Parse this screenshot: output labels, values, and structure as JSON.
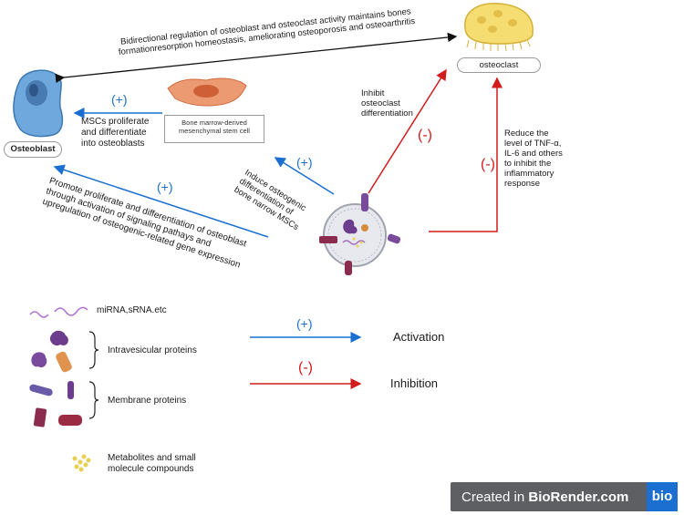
{
  "labels": {
    "bidirectional_line1": "Bidirectional regulation of osteoblast and osteoclast activity maintains bones",
    "bidirectional_line2": "formationresorption homeostasis, ameliorating osteoporosis and osteoarthritis",
    "osteoclast": "osteoclast",
    "osteoblast": "Osteoblast",
    "msc_box_line1": "Bone marrow-derived",
    "msc_box_line2": "mesenchymal stem cell",
    "msc_prolif_line1": "MSCs proliferate",
    "msc_prolif_line2": "and differentiate",
    "msc_prolif_line3": "into osteoblasts",
    "inhibit_line1": "Inhibit",
    "inhibit_line2": "osteoclast",
    "inhibit_line3": "differentiation",
    "reduce_line1": "Reduce the",
    "reduce_line2": "level of TNF-α,",
    "reduce_line3": "IL-6 and others",
    "reduce_line4": "to inhibit the",
    "reduce_line5": "inflammatory",
    "reduce_line6": "response",
    "induce_line1": "Induce osteogenic",
    "induce_line2": "differentiation of",
    "induce_line3": "bone narrow MSCs",
    "promote_line1": "Promote proliferate and differentiation of osteoblast",
    "promote_line2": "through activation of signaling pathays and",
    "promote_line3": "upregulation of osteogenic-related gene expression"
  },
  "signs": {
    "plus": "(+)",
    "plus_small": "(+)",
    "minus": "(-)"
  },
  "legend": {
    "mirna": "miRNA,sRNA.etc",
    "intravesicular": "Intravesicular proteins",
    "membrane": "Membrane proteins",
    "metabolites_line1": "Metabolites and small",
    "metabolites_line2": "molecule compounds",
    "activation_sign": "(+)",
    "activation": "Activation",
    "inhibition_sign": "(-)",
    "inhibition": "Inhibition"
  },
  "badge": {
    "created_in": "Created in ",
    "brand": "BioRender.com",
    "logo": "bio"
  },
  "colors": {
    "activation": "#1a6fd0",
    "inhibition": "#d21b1b",
    "osteoblast": "#5b9bd5",
    "osteoclast": "#f3d45c",
    "msc": "#e8865a",
    "vesicle_purple": "#7a4b9c"
  }
}
